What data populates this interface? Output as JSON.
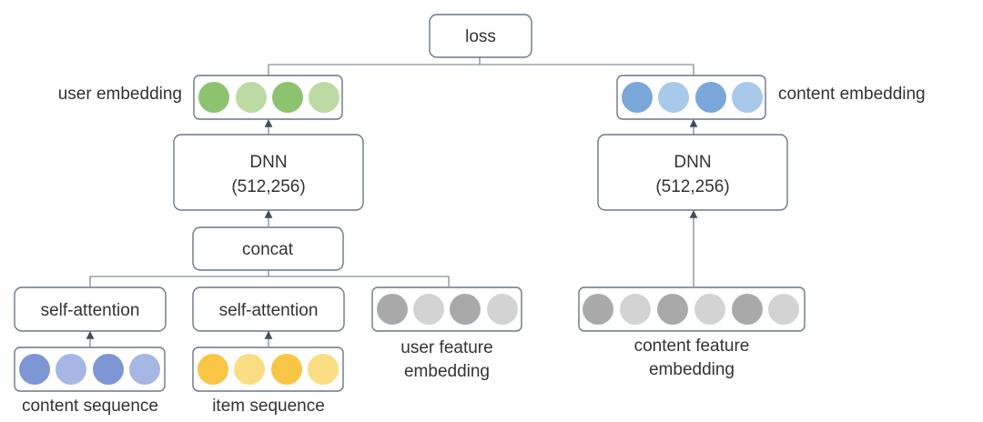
{
  "nodes": {
    "loss": "loss",
    "dnn_left": [
      "DNN",
      "(512,256)"
    ],
    "dnn_right": [
      "DNN",
      "(512,256)"
    ],
    "concat": "concat",
    "self_attention_1": "self-attention",
    "self_attention_2": "self-attention"
  },
  "labels": {
    "user_embedding": "user embedding",
    "content_embedding": "content embedding",
    "user_feature_embedding": [
      "user feature",
      "embedding"
    ],
    "content_feature_embedding": [
      "content feature",
      "embedding"
    ],
    "content_sequence": "content sequence",
    "item_sequence": "item sequence"
  },
  "colors": {
    "green_dark": "#8dc36f",
    "green_light": "#bcdba4",
    "blue_dark": "#7aa7da",
    "blue_light": "#a9c9ea",
    "indigo_dark": "#7e96d3",
    "indigo_light": "#a5b7e2",
    "yellow_dark": "#f9c545",
    "yellow_light": "#fbdd83",
    "gray_dark": "#a9a9a9",
    "gray_light": "#d3d3d3",
    "line": "#6a7785",
    "arrow": "#3f4d5c"
  }
}
